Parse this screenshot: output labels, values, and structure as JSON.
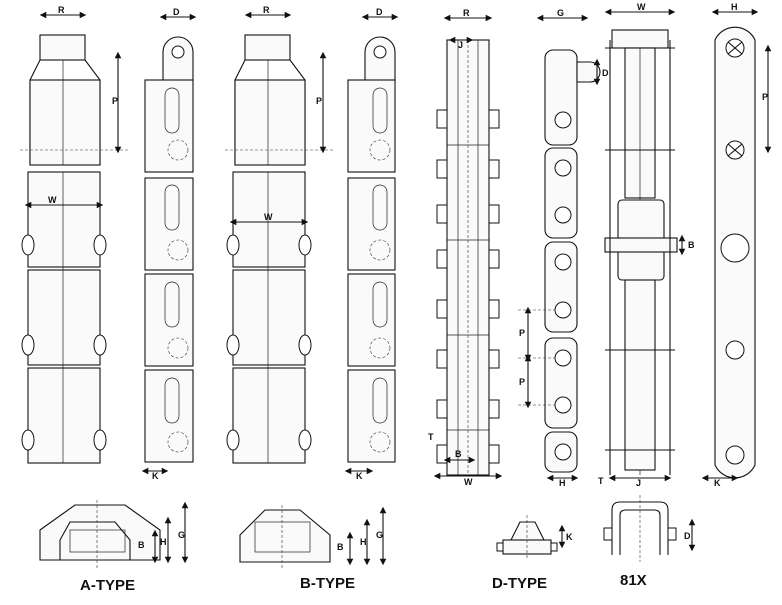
{
  "labels": {
    "R": "R",
    "D": "D",
    "P": "P",
    "W": "W",
    "K": "K",
    "J": "J",
    "G": "G",
    "H": "H",
    "B": "B",
    "T": "T"
  },
  "captions": {
    "a_type": "A-TYPE",
    "b_type": "B-TYPE",
    "d_type": "D-TYPE",
    "x81": "81X"
  },
  "colors": {
    "line": "#111111",
    "background": "#ffffff"
  }
}
